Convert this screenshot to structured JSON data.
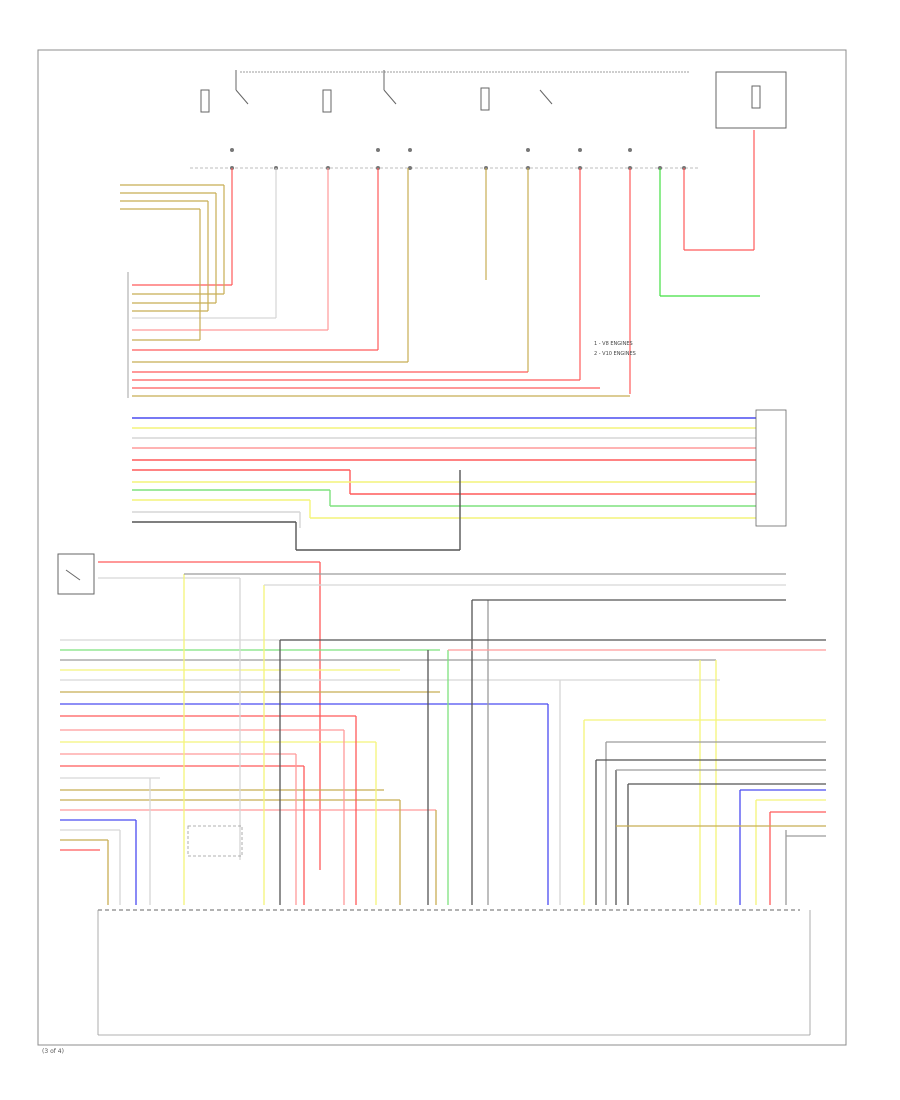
{
  "footer": {
    "page_label": "(3 of 4)"
  },
  "legend": {
    "items": [
      "1 - V8 ENGINES",
      "2 - V10 ENGINES"
    ]
  },
  "colors": {
    "red": "#ff5a5a",
    "pink": "#ff9a9a",
    "yellow": "#f4f47a",
    "tan": "#c8ae54",
    "blue": "#4a4cf0",
    "green": "#7ee27e",
    "gray": "#9c9c9c",
    "dark": "#555555",
    "light": "#d6d6d6",
    "frame": "#8c8c8c"
  }
}
